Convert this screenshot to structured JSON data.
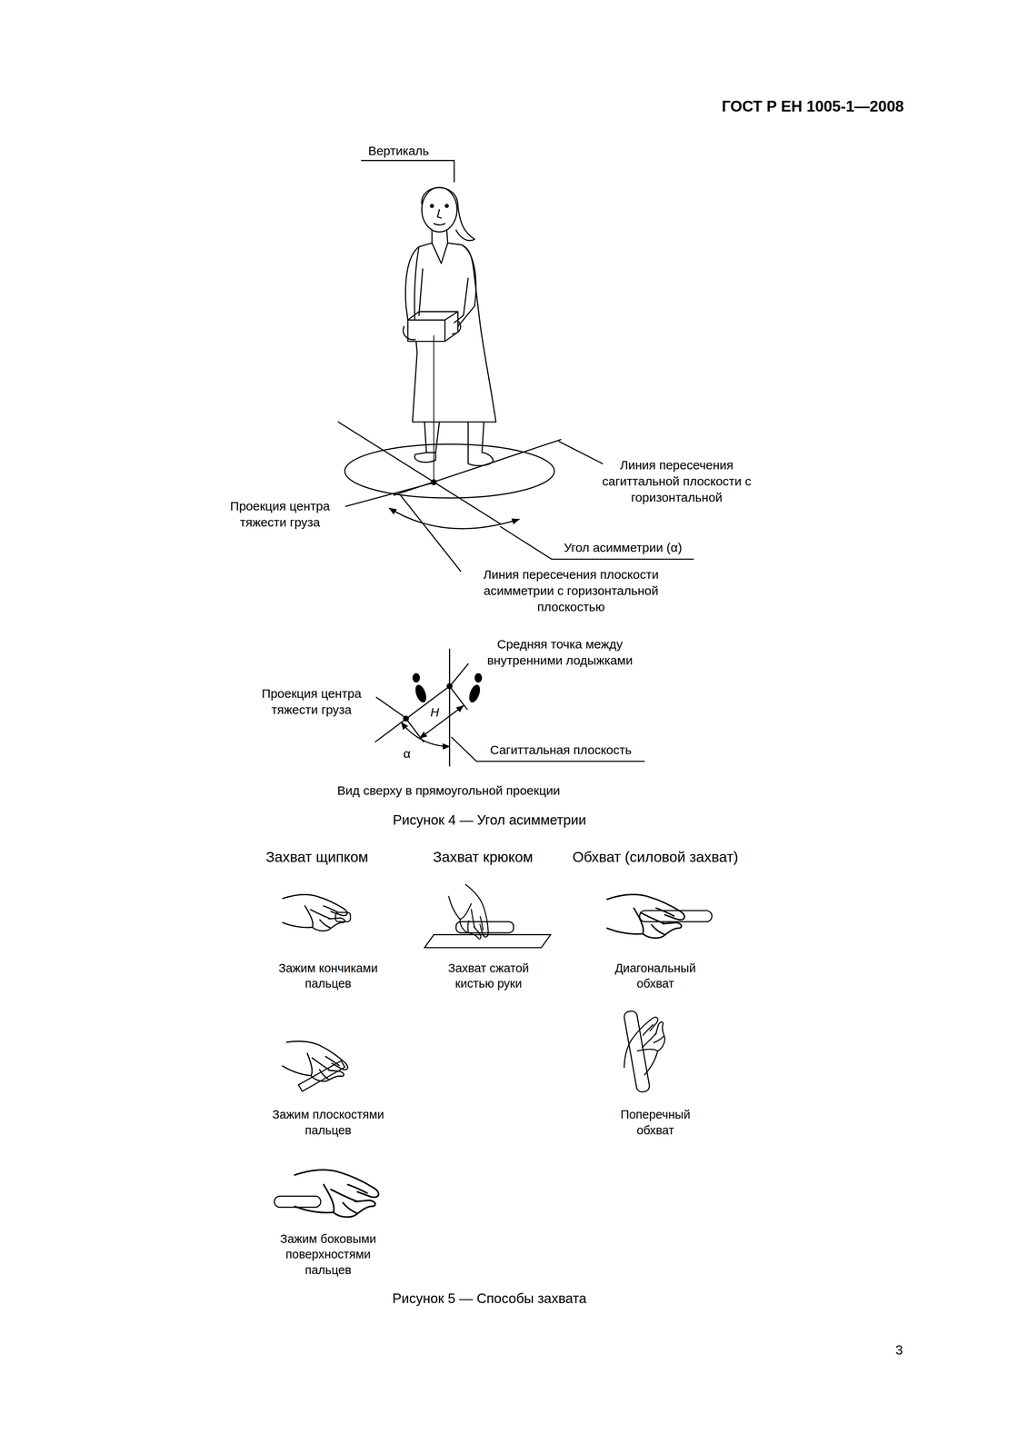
{
  "diagram": {
    "title": "ГОСТ Р ЕН 1005-1—2008",
    "labels": [
      "Вертикаль",
      "Линия пересечения сагиттальной плоскости с горизонтальной",
      "Проекция центра тяжести груза",
      "Угол асимметрии (α)",
      "Линия пересечения плоскости асимметрии с горизонтальной плоскостью",
      "Средняя точка между внутренними лодыжками",
      "Проекция центра тяжести груза",
      "H",
      "α",
      "Сагиттальная плоскость",
      "Вид сверху в прямоугольной проекции",
      "Рисунок 4 — Угол асимметрии",
      "Захват щипком",
      "Захват крюком",
      "Обхват (силовой захват)",
      "Зажим кончиками пальцев",
      "Захват сжатой кистью руки",
      "Диагональный обхват",
      "Зажим плоскостями пальцев",
      "Поперечный обхват",
      "Зажим боковыми поверхностями пальцев",
      "Рисунок 5 — Способы захвата",
      "3"
    ]
  }
}
